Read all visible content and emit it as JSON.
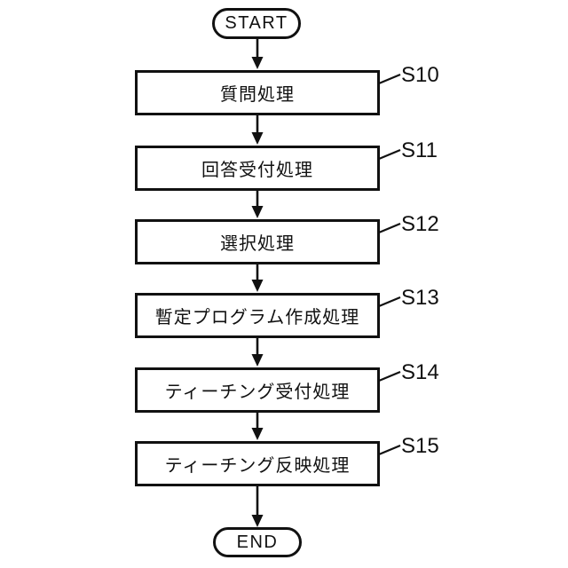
{
  "flowchart": {
    "start_label": "START",
    "end_label": "END",
    "steps": [
      {
        "id": "S10",
        "label": "質問処理"
      },
      {
        "id": "S11",
        "label": "回答受付処理"
      },
      {
        "id": "S12",
        "label": "選択処理"
      },
      {
        "id": "S13",
        "label": "暫定プログラム作成処理"
      },
      {
        "id": "S14",
        "label": "ティーチング受付処理"
      },
      {
        "id": "S15",
        "label": "ティーチング反映処理"
      }
    ],
    "colors": {
      "line": "#111111",
      "background": "#ffffff",
      "text": "#111111"
    }
  }
}
